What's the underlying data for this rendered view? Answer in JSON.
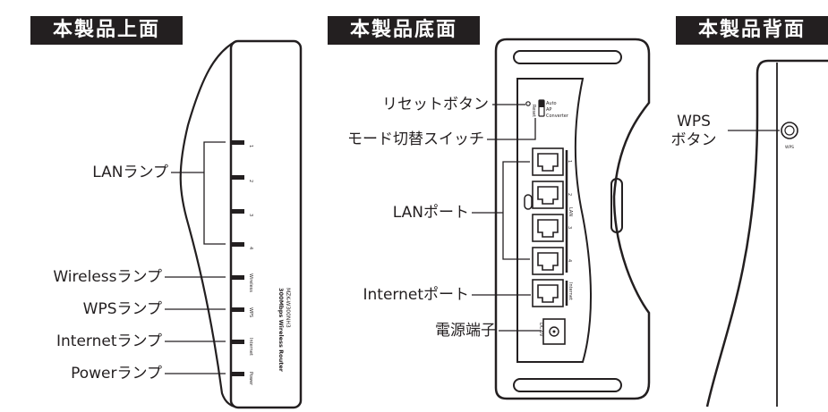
{
  "panels": {
    "top": {
      "title": "本製品上面"
    },
    "bottom": {
      "title": "本製品底面"
    },
    "back": {
      "title": "本製品背面"
    }
  },
  "top_labels": {
    "lan_lamp": "LANランプ",
    "wireless_lamp": "Wirelessランプ",
    "wps_lamp": "WPSランプ",
    "internet_lamp": "Internetランプ",
    "power_lamp": "Powerランプ"
  },
  "top_device": {
    "model_line1": "300Mbps Wireless Router",
    "model_line2": "MZK-W300NH3",
    "lamp_texts": [
      "1",
      "2",
      "3",
      "4",
      "Wireless",
      "WPS",
      "Internet",
      "Power"
    ]
  },
  "bottom_labels": {
    "reset_button": "リセットボタン",
    "mode_switch": "モード切替スイッチ",
    "lan_port": "LANポート",
    "internet_port": "Internetポート",
    "power_jack": "電源端子"
  },
  "bottom_device": {
    "reset_text": "Reset",
    "mode_options": [
      "Auto",
      "AP",
      "Converter"
    ],
    "lan_text": "LAN",
    "port_numbers": [
      "1",
      "2",
      "3",
      "4"
    ],
    "internet_text": "Internet",
    "dc_text": "DC 5V"
  },
  "back_labels": {
    "wps_line1": "WPS",
    "wps_line2": "ボタン"
  },
  "back_device": {
    "wps_text": "WPS"
  },
  "colors": {
    "ink": "#231f20",
    "header_bg": "#231f20",
    "header_text": "#ffffff"
  }
}
